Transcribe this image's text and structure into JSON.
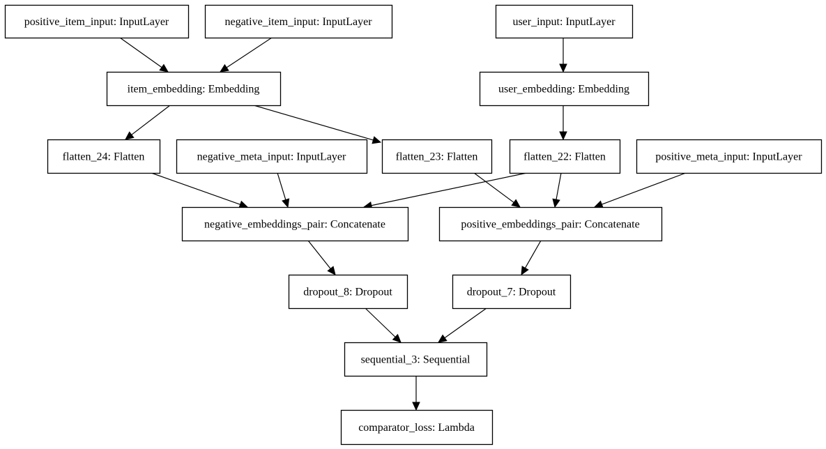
{
  "diagram": {
    "nodes": [
      {
        "id": "positive_item_input",
        "label": "positive_item_input: InputLayer"
      },
      {
        "id": "negative_item_input",
        "label": "negative_item_input: InputLayer"
      },
      {
        "id": "user_input",
        "label": "user_input: InputLayer"
      },
      {
        "id": "item_embedding",
        "label": "item_embedding: Embedding"
      },
      {
        "id": "user_embedding",
        "label": "user_embedding: Embedding"
      },
      {
        "id": "flatten_24",
        "label": "flatten_24: Flatten"
      },
      {
        "id": "negative_meta_input",
        "label": "negative_meta_input: InputLayer"
      },
      {
        "id": "flatten_23",
        "label": "flatten_23: Flatten"
      },
      {
        "id": "flatten_22",
        "label": "flatten_22: Flatten"
      },
      {
        "id": "positive_meta_input",
        "label": "positive_meta_input: InputLayer"
      },
      {
        "id": "negative_embeddings_pair",
        "label": "negative_embeddings_pair: Concatenate"
      },
      {
        "id": "positive_embeddings_pair",
        "label": "positive_embeddings_pair: Concatenate"
      },
      {
        "id": "dropout_8",
        "label": "dropout_8: Dropout"
      },
      {
        "id": "dropout_7",
        "label": "dropout_7: Dropout"
      },
      {
        "id": "sequential_3",
        "label": "sequential_3: Sequential"
      },
      {
        "id": "comparator_loss",
        "label": "comparator_loss: Lambda"
      }
    ],
    "edges": [
      {
        "from": "positive_item_input",
        "to": "item_embedding"
      },
      {
        "from": "negative_item_input",
        "to": "item_embedding"
      },
      {
        "from": "user_input",
        "to": "user_embedding"
      },
      {
        "from": "item_embedding",
        "to": "flatten_24"
      },
      {
        "from": "item_embedding",
        "to": "flatten_23"
      },
      {
        "from": "user_embedding",
        "to": "flatten_22"
      },
      {
        "from": "flatten_24",
        "to": "negative_embeddings_pair"
      },
      {
        "from": "negative_meta_input",
        "to": "negative_embeddings_pair"
      },
      {
        "from": "flatten_22",
        "to": "negative_embeddings_pair"
      },
      {
        "from": "flatten_23",
        "to": "positive_embeddings_pair"
      },
      {
        "from": "flatten_22",
        "to": "positive_embeddings_pair"
      },
      {
        "from": "positive_meta_input",
        "to": "positive_embeddings_pair"
      },
      {
        "from": "negative_embeddings_pair",
        "to": "dropout_8"
      },
      {
        "from": "positive_embeddings_pair",
        "to": "dropout_7"
      },
      {
        "from": "dropout_8",
        "to": "sequential_3"
      },
      {
        "from": "dropout_7",
        "to": "sequential_3"
      },
      {
        "from": "sequential_3",
        "to": "comparator_loss"
      }
    ]
  }
}
